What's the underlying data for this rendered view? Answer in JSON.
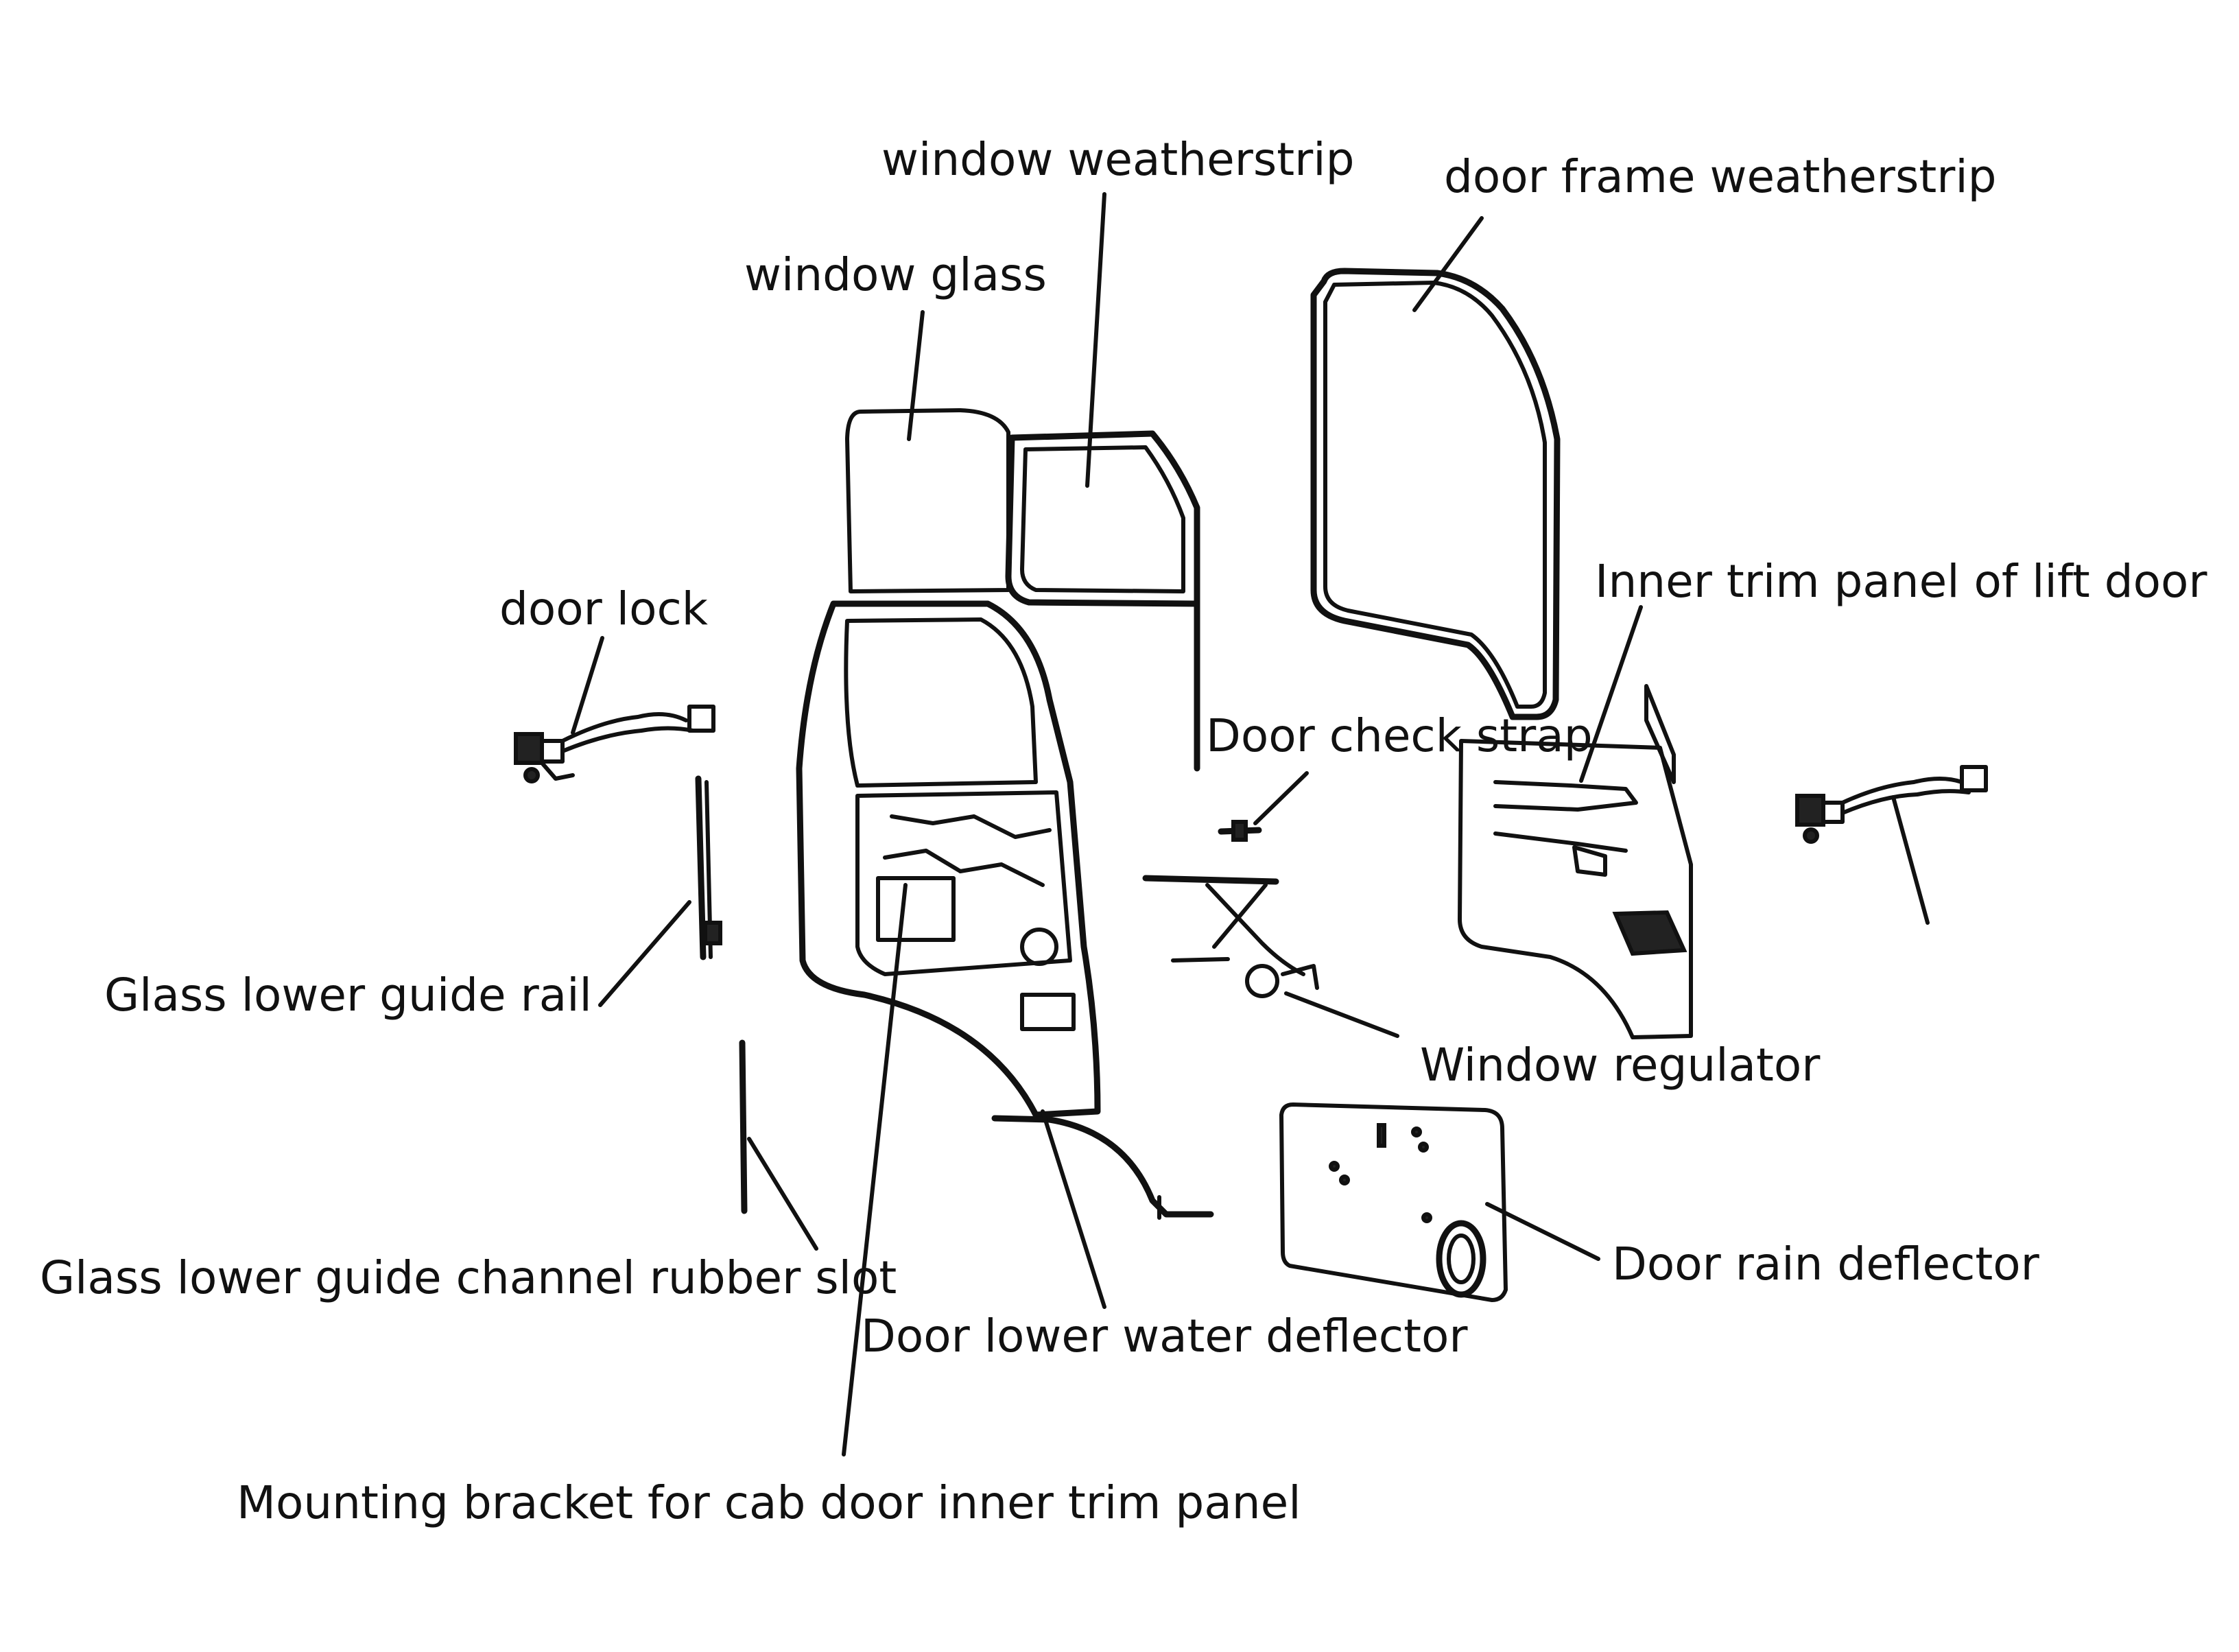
{
  "diagram": {
    "type": "exploded-parts-diagram",
    "colors": {
      "ink": "#111111",
      "background": "#ffffff"
    },
    "labels": {
      "window_weatherstrip": "window weatherstrip",
      "door_frame_weatherstrip": "door frame weatherstrip",
      "window_glass": "window glass",
      "door_lock": "door lock",
      "inner_trim_panel": "Inner trim panel of lift door",
      "door_check_strap": "Door check strap",
      "glass_lower_guide_rail": "Glass lower guide rail",
      "window_regulator": "Window regulator",
      "glass_lower_guide_channel_rubber_slot": "Glass lower guide channel rubber slot",
      "door_rain_deflector": "Door rain deflector",
      "door_lower_water_deflector": "Door lower water deflector",
      "mounting_bracket": "Mounting bracket for cab door inner trim panel"
    }
  }
}
